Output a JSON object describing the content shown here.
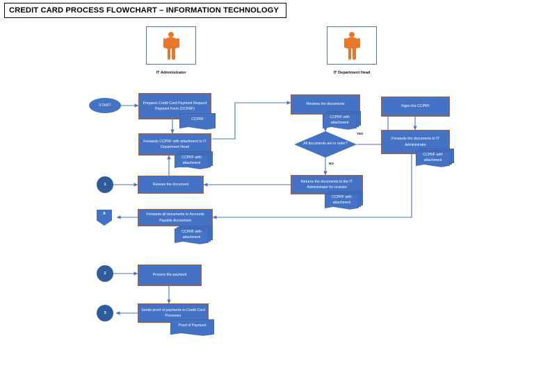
{
  "title": "CREDIT CARD PROCESS FLOWCHART – INFORMATION TECHNOLOGY",
  "colors": {
    "process_fill": "#4472C4",
    "process_border": "#C55A11",
    "connector_fill": "#2E5C9A",
    "person_icon": "#E8762C",
    "actor_frame_border": "#4A6FA5",
    "arrow": "#4472C4",
    "title_border": "#000000"
  },
  "actors": [
    {
      "id": "it-administrator",
      "label": "IT Administrator",
      "icon": "person-icon"
    },
    {
      "id": "it-department-head",
      "label": "IT Department Head",
      "icon": "person-icon"
    }
  ],
  "nodes": {
    "start": {
      "label": "START",
      "type": "terminator"
    },
    "prepare_ccprf": {
      "label": "Prepares Credit Card Payment Request Payment Form (CCPRF)",
      "type": "process"
    },
    "doc_ccprf": {
      "label": "CCPRF",
      "type": "document"
    },
    "forwards_ccprf": {
      "label": "Forwards CCPRF with attachment to IT Department Head",
      "type": "process"
    },
    "doc_ccprf_attach_1": {
      "label": "CCPRF with attachment",
      "type": "multidocument"
    },
    "reviews_documents": {
      "label": "Reviews the documents",
      "type": "process"
    },
    "doc_ccprf_attach_2": {
      "label": "CCPRF with attachment",
      "type": "multidocument"
    },
    "decision_order": {
      "label": "All documents are in order?",
      "type": "decision"
    },
    "signs_ccprf": {
      "label": "Signs the CCPRF",
      "type": "process"
    },
    "forwards_to_it_admin": {
      "label": "Forwards the documents to IT Administrator",
      "type": "process"
    },
    "doc_ccprf_attach_3": {
      "label": "CCPRF with attachment",
      "type": "multidocument"
    },
    "returns_for_revision": {
      "label": "Returns the documents to the IT Administrator for revision",
      "type": "process"
    },
    "doc_ccprf_attach_4": {
      "label": "CCPRF with attachment",
      "type": "multidocument"
    },
    "revises_document": {
      "label": "Revises the document",
      "type": "process"
    },
    "connector_1": {
      "label": "1",
      "type": "connector"
    },
    "forwards_to_ap": {
      "label": "Forwards all documents to Accounts Payable Accountant",
      "type": "process"
    },
    "doc_ccprf_attach_5": {
      "label": "CCPRF with attachment",
      "type": "multidocument"
    },
    "connector_a": {
      "label": "A",
      "type": "offpage-connector"
    },
    "connector_2": {
      "label": "2",
      "type": "connector"
    },
    "process_payment": {
      "label": "Process the payment",
      "type": "process"
    },
    "connector_3": {
      "label": "3",
      "type": "connector"
    },
    "sends_proof": {
      "label": "Sends proof of payments to Credit Card Processor",
      "type": "process"
    },
    "doc_proof": {
      "label": "Proof of Payment",
      "type": "document"
    }
  },
  "edge_labels": {
    "yes": "YES",
    "no": "NO"
  }
}
